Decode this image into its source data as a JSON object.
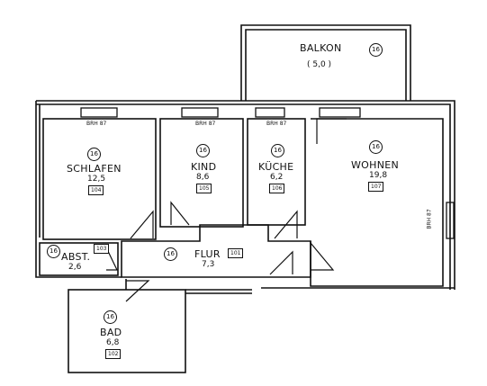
{
  "rooms": {
    "balkon": {
      "name": "BALKON",
      "area": "( 5,0 )",
      "code": "16"
    },
    "schlafen": {
      "name": "SCHLAFEN",
      "area": "12,5",
      "number": "104",
      "code": "16"
    },
    "kind": {
      "name": "KIND",
      "area": "8,6",
      "number": "105",
      "code": "16"
    },
    "kueche": {
      "name": "KÜCHE",
      "area": "6,2",
      "number": "106",
      "code": "16"
    },
    "wohnen": {
      "name": "WOHNEN",
      "area": "19,8",
      "number": "107",
      "code": "16"
    },
    "abst": {
      "name": "ABST.",
      "area": "2,6",
      "number": "103",
      "code": "16"
    },
    "flur": {
      "name": "FLUR",
      "area": "7,3",
      "number": "101",
      "code": "16"
    },
    "bad": {
      "name": "BAD",
      "area": "6,8",
      "number": "102",
      "code": "16"
    }
  },
  "windows": {
    "schlafen_brh": "BRH 87",
    "kind_brh": "BRH 87",
    "kueche_brh": "BRH 87",
    "wohnen_brh": "BRH 87"
  }
}
